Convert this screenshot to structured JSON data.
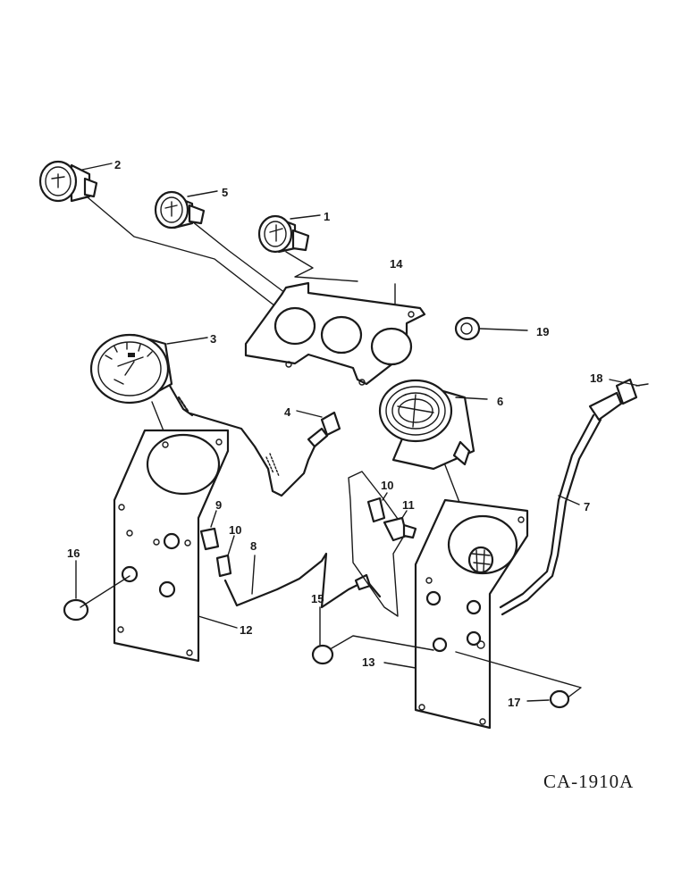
{
  "drawing_code": "CA-1910A",
  "callouts": [
    {
      "id": "c1",
      "text": "1"
    },
    {
      "id": "c2",
      "text": "2"
    },
    {
      "id": "c3",
      "text": "3"
    },
    {
      "id": "c4",
      "text": "4"
    },
    {
      "id": "c5",
      "text": "5"
    },
    {
      "id": "c6",
      "text": "6"
    },
    {
      "id": "c7",
      "text": "7"
    },
    {
      "id": "c8",
      "text": "8"
    },
    {
      "id": "c9",
      "text": "9"
    },
    {
      "id": "c10a",
      "text": "10"
    },
    {
      "id": "c10b",
      "text": "10"
    },
    {
      "id": "c11",
      "text": "11"
    },
    {
      "id": "c12",
      "text": "12"
    },
    {
      "id": "c13",
      "text": "13"
    },
    {
      "id": "c14",
      "text": "14"
    },
    {
      "id": "c15",
      "text": "15"
    },
    {
      "id": "c16",
      "text": "16"
    },
    {
      "id": "c17",
      "text": "17"
    },
    {
      "id": "c18",
      "text": "18"
    },
    {
      "id": "c19",
      "text": "19"
    }
  ]
}
